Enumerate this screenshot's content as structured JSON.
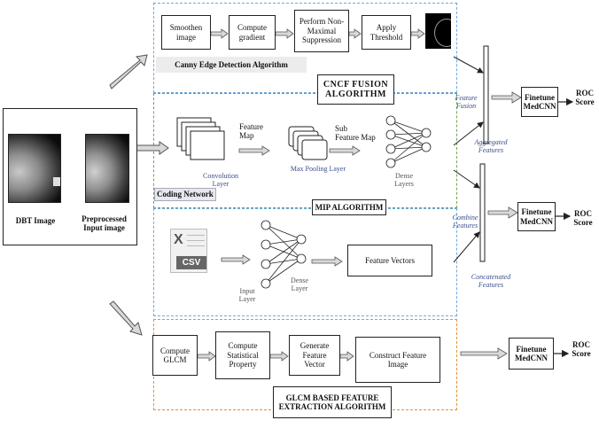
{
  "input": {
    "dbt_label": "DBT Image",
    "pre_label": "Preprocessed\nInput image"
  },
  "canny": {
    "title": "Canny Edge Detection Algorithm",
    "steps": [
      "Smoothen\nimage",
      "Compute\ngradient",
      "Perform Non-\nMaximal\nSuppression",
      "Apply\nThreshold"
    ]
  },
  "cncf": {
    "title": "CNCF FUSION\nALGORITHM"
  },
  "coding": {
    "network_label": "Coding Network",
    "conv_label": "Convolution\nLayer",
    "feature_map": "Feature\nMap",
    "maxpool": "Max Pooling Layer",
    "sub_feature_map": "Sub\nFeature Map",
    "dense": "Dense\nLayers"
  },
  "mip": {
    "title": "MIP ALGORITHM",
    "csv_label": "CSV",
    "input_layer": "Input\nLayer",
    "dense_layer": "Dense\nLayer",
    "feature_vectors": "Feature Vectors"
  },
  "glcm": {
    "steps": [
      "Compute\nGLCM",
      "Compute\nStatistical\nProperty",
      "Generate\nFeature\nVector",
      "Construct Feature\nImage"
    ],
    "title": "GLCM  BASED  FEATURE\nEXTRACTION ALGORITHM"
  },
  "fusion": {
    "feature_fusion": "Feature\nFusion",
    "aggregated": "Aggregated\nFeatures",
    "combine": "Combine\nFeatures",
    "concatenated": "Concatenated\nFeatures"
  },
  "outputs": {
    "finetune": "Finetune\nMedCNN",
    "roc": "ROC\nScore"
  },
  "colors": {
    "canny_border": "#6fa8dc",
    "mip_border": "#6aa84f",
    "glcm_border": "#e69138",
    "arrow_fill": "#d9d9d9"
  }
}
